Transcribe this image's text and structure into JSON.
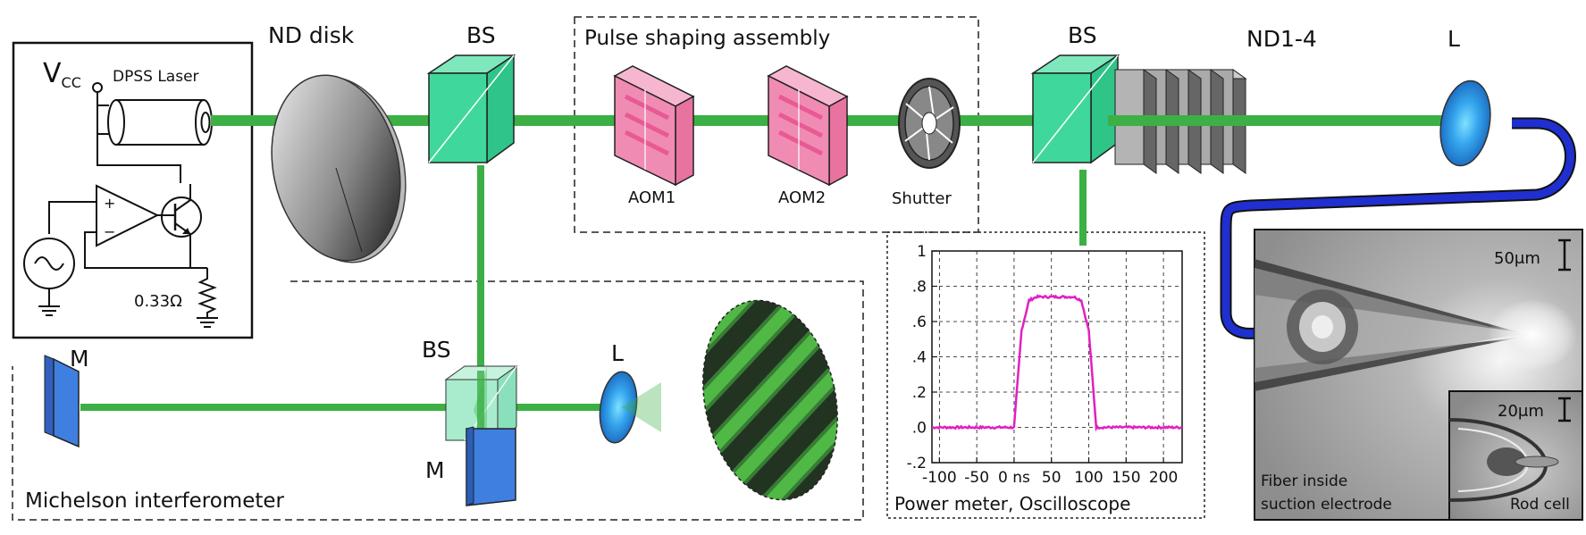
{
  "labels": {
    "vcc_v": "V",
    "vcc_sub": "CC",
    "laser": "DPSS Laser",
    "nd_disk": "ND disk",
    "bs_1": "BS",
    "pulse_shaping": "Pulse shaping assembly",
    "aom1": "AOM1",
    "aom2": "AOM2",
    "shutter": "Shutter",
    "bs_2": "BS",
    "nd14": "ND1-4",
    "lens_1": "L",
    "resistor": "0.33Ω",
    "opamp_plus": "+",
    "opamp_minus": "−",
    "bs_3": "BS",
    "lens_2": "L",
    "mirror_1": "M",
    "mirror_2": "M",
    "michelson": "Michelson interferometer",
    "power_meter": "Power meter, Oscilloscope",
    "scale_50": "50μm",
    "scale_20": "20μm",
    "fiber_line1": "Fiber inside",
    "fiber_line2": "suction electrode",
    "rod_cell": "Rod cell"
  },
  "colors": {
    "beam": "#3cb044",
    "beam_splitter": "#3fd89a",
    "aom": "#f08cb4",
    "mirror": "#3f7fe0",
    "fiber": "#1f2fd0",
    "trace": "#e020c0"
  },
  "chart_data": {
    "type": "line",
    "x_ticks": [
      "-100",
      "-50",
      "0 ns",
      "50",
      "100",
      "150",
      "200"
    ],
    "y_ticks": [
      "1",
      ".8",
      ".6",
      ".4",
      ".2",
      ".0",
      "-.2"
    ],
    "xlim": [
      -110,
      225
    ],
    "ylim": [
      -0.2,
      1.0
    ],
    "series": [
      {
        "x": [
          -110,
          0,
          10,
          20,
          30,
          80,
          90,
          100,
          110,
          225
        ],
        "values": [
          0.0,
          0.0,
          0.55,
          0.72,
          0.74,
          0.74,
          0.72,
          0.55,
          0.0,
          0.0
        ]
      }
    ],
    "grid": true
  }
}
